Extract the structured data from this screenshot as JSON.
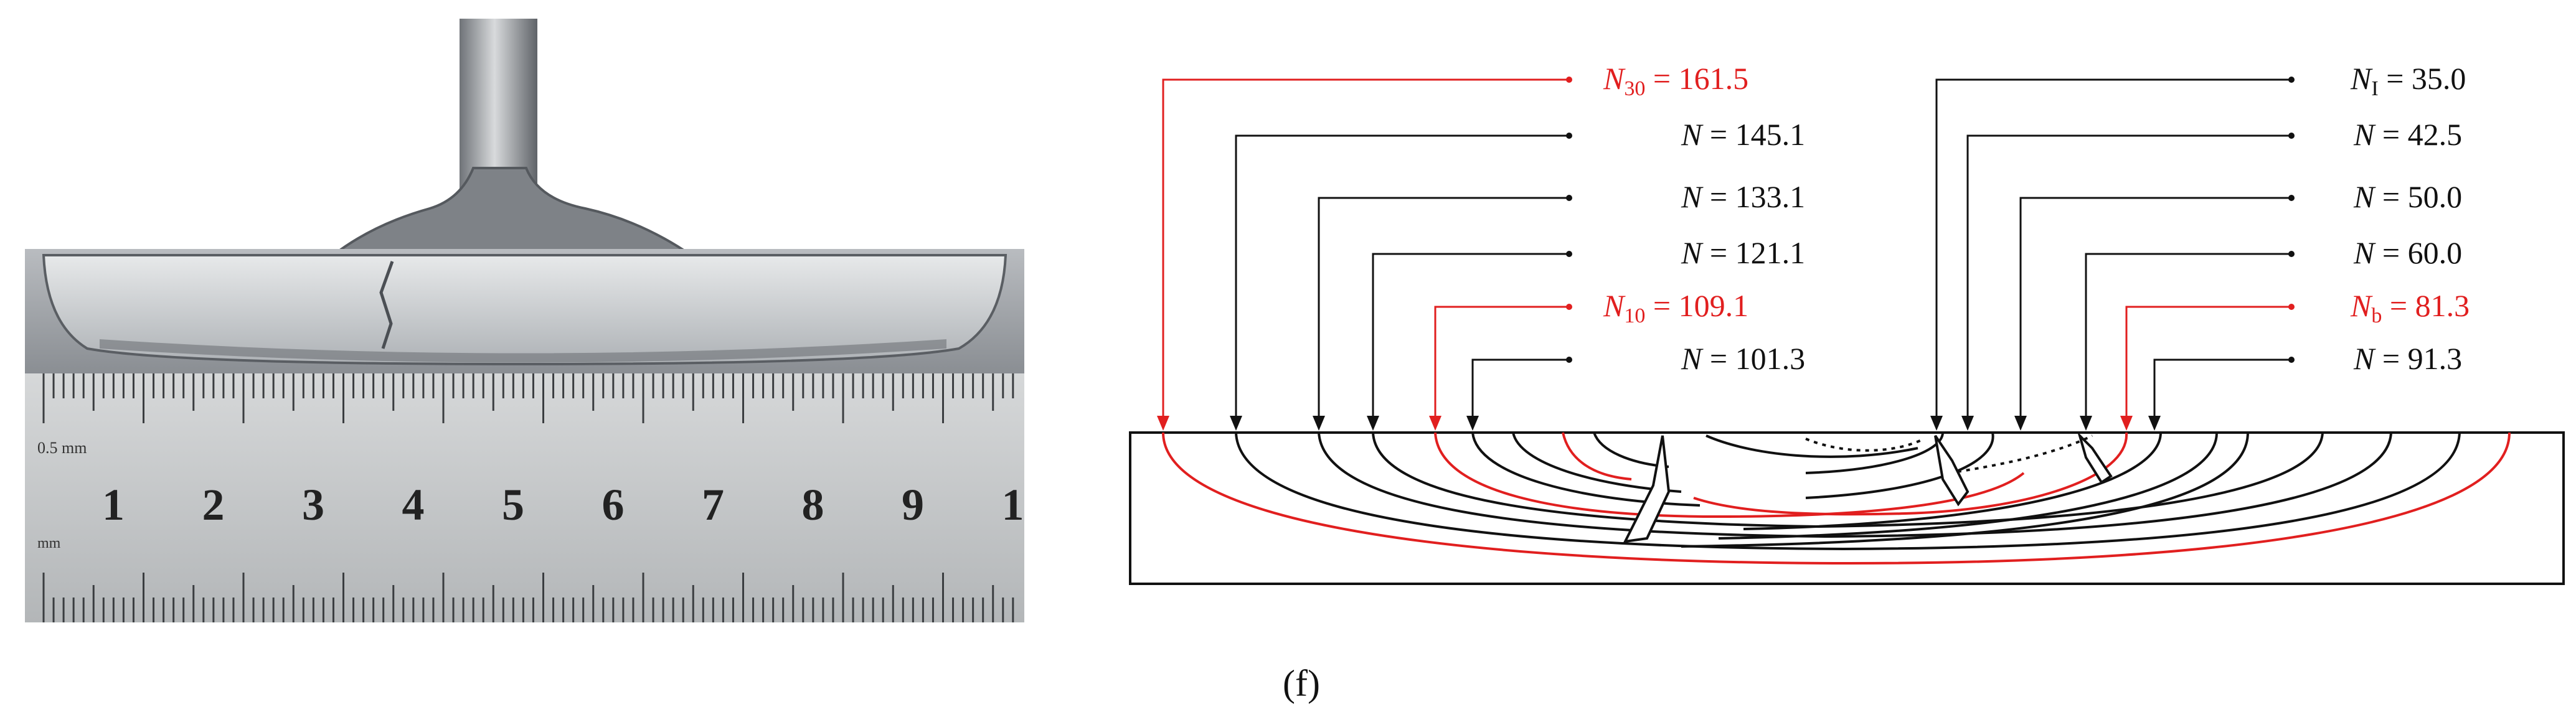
{
  "colors": {
    "black": "#111111",
    "red": "#e11f1f",
    "steel_light": "#cfd1d3",
    "steel_dark": "#7d8186",
    "ruler": "#c9cbcc"
  },
  "photo": {
    "ruler_numbers": [
      "1",
      "2",
      "3",
      "4",
      "5",
      "6",
      "7",
      "8",
      "9",
      "1"
    ],
    "ruler_unit_top": "0.5 mm",
    "ruler_unit_bottom": "mm"
  },
  "left_labels": [
    {
      "symbol": "N",
      "sub": "30",
      "value": "161.5",
      "color": "red"
    },
    {
      "symbol": "N",
      "sub": "",
      "value": "145.1",
      "color": "black"
    },
    {
      "symbol": "N",
      "sub": "",
      "value": "133.1",
      "color": "black"
    },
    {
      "symbol": "N",
      "sub": "",
      "value": "121.1",
      "color": "black"
    },
    {
      "symbol": "N",
      "sub": "10",
      "value": "109.1",
      "color": "red"
    },
    {
      "symbol": "N",
      "sub": "",
      "value": "101.3",
      "color": "black"
    }
  ],
  "right_labels": [
    {
      "symbol": "N",
      "sub": "I",
      "value": "35.0",
      "color": "black"
    },
    {
      "symbol": "N",
      "sub": "",
      "value": "42.5",
      "color": "black"
    },
    {
      "symbol": "N",
      "sub": "",
      "value": "50.0",
      "color": "black"
    },
    {
      "symbol": "N",
      "sub": "",
      "value": "60.0",
      "color": "black"
    },
    {
      "symbol": "N",
      "sub": "b",
      "value": "81.3",
      "color": "red"
    },
    {
      "symbol": "N",
      "sub": "",
      "value": "91.3",
      "color": "black"
    }
  ],
  "caption": "(f)"
}
